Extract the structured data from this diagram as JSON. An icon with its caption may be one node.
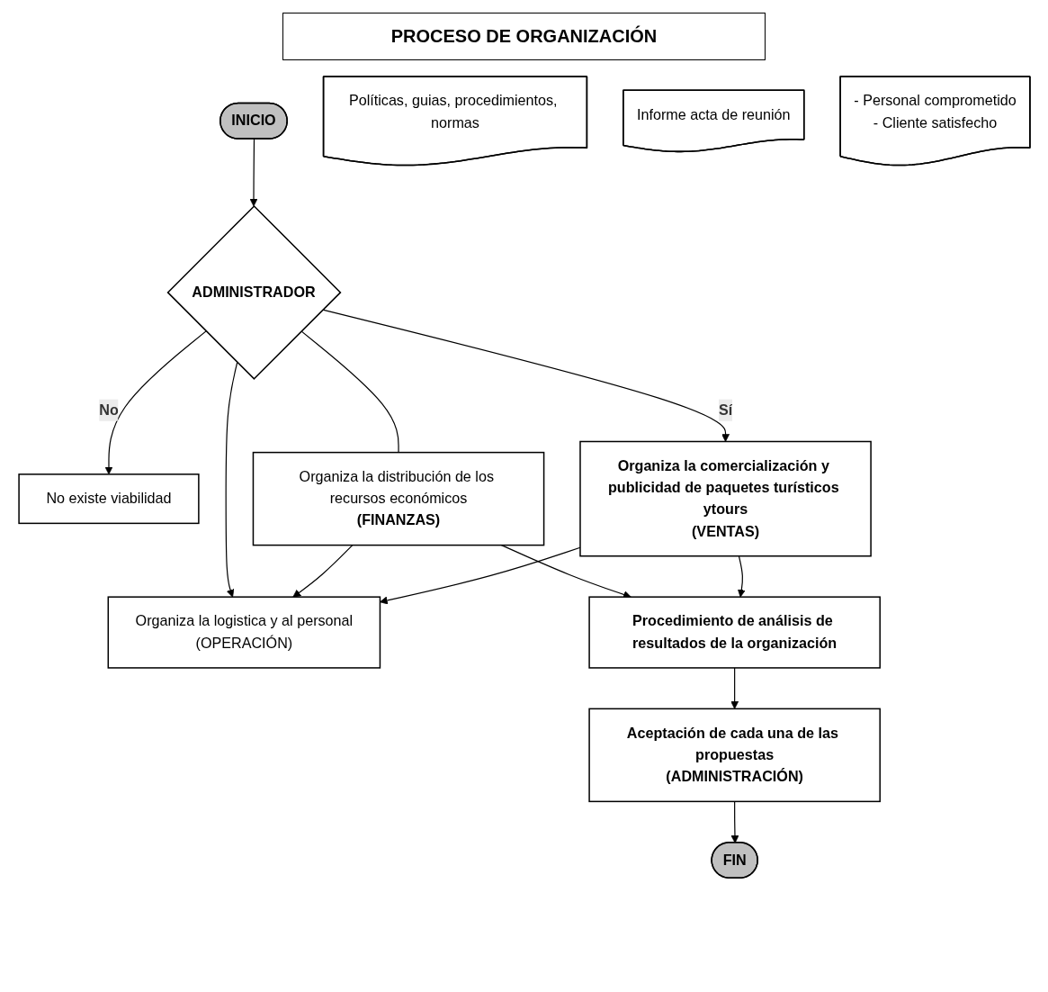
{
  "diagram": {
    "title": "PROCESO DE ORGANIZACIÓN",
    "nodes": [
      {
        "text": [
          "INICIO"
        ]
      },
      {
        "text": [
          "ADMINISTRADOR"
        ]
      },
      {
        "text": [
          "No existe viabilidad"
        ]
      },
      {
        "text": [
          "Organiza la distribución de los recursos económicos",
          "(FINANZAS)"
        ]
      },
      {
        "text": [
          "Organiza la comercialización y publicidad de paquetes turísticos ytours",
          "(VENTAS)"
        ]
      },
      {
        "text": [
          "Organiza la logistica y al personal",
          "(OPERACIÓN)"
        ]
      },
      {
        "text": [
          "Políticas, guias, procedimientos, normas"
        ]
      },
      {
        "text": [
          "Procedimiento de análisis de resultados de la organización"
        ]
      },
      {
        "text": [
          "Informe acta de reunión"
        ]
      },
      {
        "text": [
          "Aceptación de cada una de las propuestas",
          "(ADMINISTRACIÓN)"
        ]
      },
      {
        "text": [
          "- Personal comprometido",
          "- Cliente satisfecho"
        ]
      },
      {
        "text": [
          "FIN"
        ]
      }
    ],
    "edges": [
      {
        "from": 0,
        "to": 1,
        "arrow": "to"
      },
      {
        "from": 1,
        "to": 2,
        "arrow": "to",
        "label": "No"
      },
      {
        "from": 1,
        "to": 3,
        "arrow": "none"
      },
      {
        "from": 1,
        "to": 4,
        "arrow": "to",
        "label": "Sí"
      },
      {
        "from": 1,
        "to": 5,
        "arrow": "to"
      },
      {
        "from": 3,
        "to": 7,
        "arrow": "to"
      },
      {
        "from": 4,
        "to": 7,
        "arrow": "to"
      },
      {
        "from": 3,
        "to": 5,
        "arrow": "to"
      },
      {
        "from": 4,
        "to": 5,
        "arrow": "to"
      },
      {
        "from": 7,
        "to": 9,
        "arrow": "to"
      },
      {
        "from": 9,
        "to": 11,
        "arrow": "to"
      }
    ]
  }
}
